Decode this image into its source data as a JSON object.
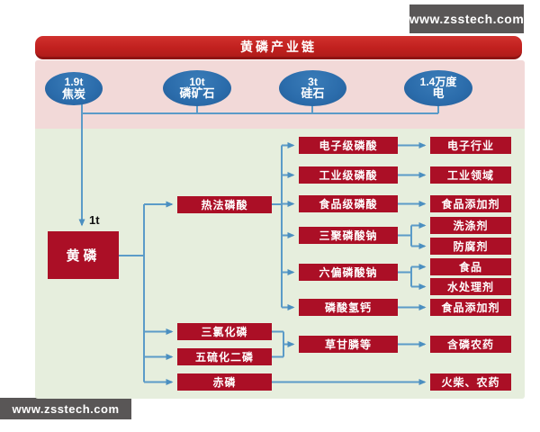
{
  "watermarks": {
    "top": "www.zsstech.com",
    "bottom": "www.zsstech.com"
  },
  "banner": {
    "title": "黄磷产业链"
  },
  "inputs": [
    {
      "amount": "1.9t",
      "name": "焦炭"
    },
    {
      "amount": "10t",
      "name": "磷矿石"
    },
    {
      "amount": "3t",
      "name": "硅石"
    },
    {
      "amount": "1.4万度",
      "name": "电"
    }
  ],
  "root": {
    "label": "黄磷",
    "yield_label": "1t"
  },
  "chain": {
    "level2": [
      {
        "label": "热法磷酸"
      },
      {
        "label": "三氯化磷"
      },
      {
        "label": "五硫化二磷"
      },
      {
        "label": "赤磷"
      }
    ],
    "level3": [
      {
        "label": "电子级磷酸"
      },
      {
        "label": "工业级磷酸"
      },
      {
        "label": "食品级磷酸"
      },
      {
        "label": "三聚磷酸钠"
      },
      {
        "label": "六偏磷酸钠"
      },
      {
        "label": "磷酸氢钙"
      },
      {
        "label": "草甘膦等"
      }
    ],
    "level4": [
      {
        "label": "电子行业"
      },
      {
        "label": "工业领域"
      },
      {
        "label": "食品添加剂"
      },
      {
        "label": "洗涤剂"
      },
      {
        "label": "防腐剂"
      },
      {
        "label": "食品"
      },
      {
        "label": "水处理剂"
      },
      {
        "label": "食品添加剂"
      },
      {
        "label": "含磷农药"
      },
      {
        "label": "火柴、农药"
      }
    ],
    "edges": [
      {
        "from": "焦炭",
        "to": "黄磷"
      },
      {
        "from": "磷矿石",
        "to": "黄磷"
      },
      {
        "from": "硅石",
        "to": "黄磷"
      },
      {
        "from": "电",
        "to": "黄磷"
      },
      {
        "from": "黄磷",
        "to": "热法磷酸"
      },
      {
        "from": "黄磷",
        "to": "三氯化磷"
      },
      {
        "from": "黄磷",
        "to": "五硫化二磷"
      },
      {
        "from": "黄磷",
        "to": "赤磷"
      },
      {
        "from": "热法磷酸",
        "to": "电子级磷酸"
      },
      {
        "from": "热法磷酸",
        "to": "工业级磷酸"
      },
      {
        "from": "热法磷酸",
        "to": "食品级磷酸"
      },
      {
        "from": "热法磷酸",
        "to": "三聚磷酸钠"
      },
      {
        "from": "热法磷酸",
        "to": "六偏磷酸钠"
      },
      {
        "from": "热法磷酸",
        "to": "磷酸氢钙"
      },
      {
        "from": "电子级磷酸",
        "to": "电子行业"
      },
      {
        "from": "工业级磷酸",
        "to": "工业领域"
      },
      {
        "from": "食品级磷酸",
        "to": "食品添加剂"
      },
      {
        "from": "三聚磷酸钠",
        "to": "洗涤剂"
      },
      {
        "from": "三聚磷酸钠",
        "to": "防腐剂"
      },
      {
        "from": "六偏磷酸钠",
        "to": "食品"
      },
      {
        "from": "六偏磷酸钠",
        "to": "水处理剂"
      },
      {
        "from": "磷酸氢钙",
        "to": "食品添加剂"
      },
      {
        "from": "三氯化磷",
        "to": "草甘膦等"
      },
      {
        "from": "五硫化二磷",
        "to": "草甘膦等"
      },
      {
        "from": "草甘膦等",
        "to": "含磷农药"
      },
      {
        "from": "赤磷",
        "to": "火柴、农药"
      }
    ]
  },
  "colors": {
    "banner_red": "#c2211f",
    "node_red": "#ab0f26",
    "oval_blue": "#2b6cab",
    "arrow_blue": "#5b9bc8",
    "pink_band": "#f2d9d8",
    "green_band": "#e6eedd",
    "watermark_bg": "#595656"
  }
}
